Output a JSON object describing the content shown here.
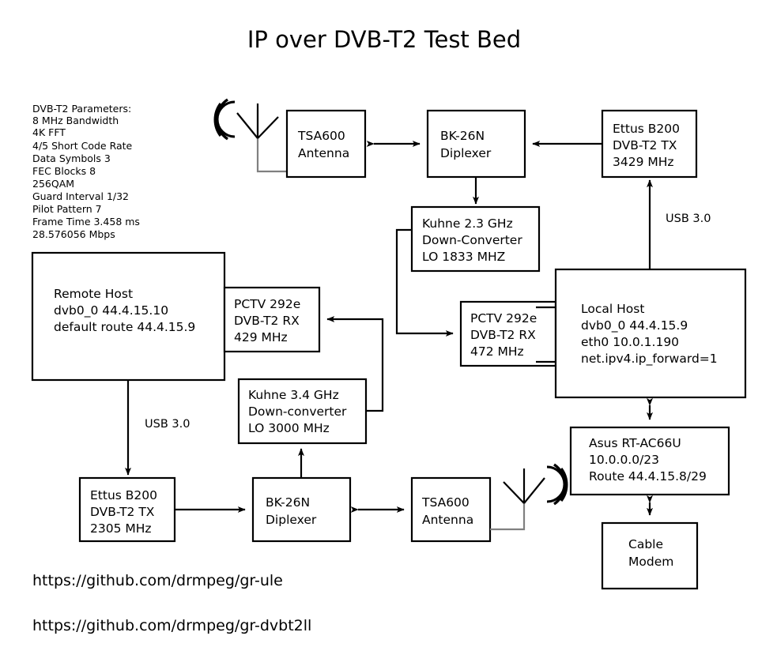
{
  "title": "IP over DVB-T2 Test Bed",
  "parameters": {
    "heading": "DVB-T2 Parameters:",
    "lines": [
      "DVB-T2 Parameters:",
      "8 MHz Bandwidth",
      "4K FFT",
      "4/5 Short Code Rate",
      "Data Symbols 3",
      "FEC Blocks 8",
      "256QAM",
      "Guard Interval 1/32",
      "Pilot Pattern 7",
      "Frame Time 3.458 ms",
      "28.576056 Mbps"
    ]
  },
  "nodes": {
    "tsa600_top": {
      "lines": [
        "TSA600",
        "Antenna"
      ]
    },
    "bk26n_top": {
      "lines": [
        "BK-26N",
        "Diplexer"
      ]
    },
    "ettus_top": {
      "lines": [
        "Ettus B200",
        "DVB-T2 TX",
        "3429 MHz"
      ]
    },
    "kuhne_23": {
      "lines": [
        "Kuhne 2.3 GHz",
        "Down-Converter",
        "LO 1833 MHZ"
      ]
    },
    "remote_host": {
      "lines": [
        "Remote Host",
        "dvb0_0 44.4.15.10",
        "default route 44.4.15.9"
      ]
    },
    "pctv_429": {
      "lines": [
        "PCTV 292e",
        "DVB-T2 RX",
        "429 MHz"
      ]
    },
    "pctv_472": {
      "lines": [
        "PCTV 292e",
        "DVB-T2 RX",
        "472 MHz"
      ]
    },
    "local_host": {
      "lines": [
        "Local Host",
        "dvb0_0 44.4.15.9",
        "eth0 10.0.1.190",
        "net.ipv4.ip_forward=1"
      ]
    },
    "kuhne_34": {
      "lines": [
        "Kuhne 3.4 GHz",
        "Down-converter",
        "LO 3000 MHz"
      ]
    },
    "ettus_bottom": {
      "lines": [
        "Ettus B200",
        "DVB-T2 TX",
        "2305 MHz"
      ]
    },
    "bk26n_bottom": {
      "lines": [
        "BK-26N",
        "Diplexer"
      ]
    },
    "tsa600_bottom": {
      "lines": [
        "TSA600",
        "Antenna"
      ]
    },
    "asus_router": {
      "lines": [
        "Asus RT-AC66U",
        "10.0.0.0/23",
        "Route 44.4.15.8/29"
      ]
    },
    "cable_modem": {
      "lines": [
        "Cable",
        "Modem"
      ]
    }
  },
  "edge_labels": {
    "usb_right": "USB 3.0",
    "usb_left": "USB 3.0"
  },
  "links": [
    "https://github.com/drmpeg/gr-ule",
    "https://github.com/drmpeg/gr-dvbt2ll"
  ],
  "colors": {
    "stroke": "#000000",
    "background": "#ffffff",
    "mast": "#808080"
  }
}
